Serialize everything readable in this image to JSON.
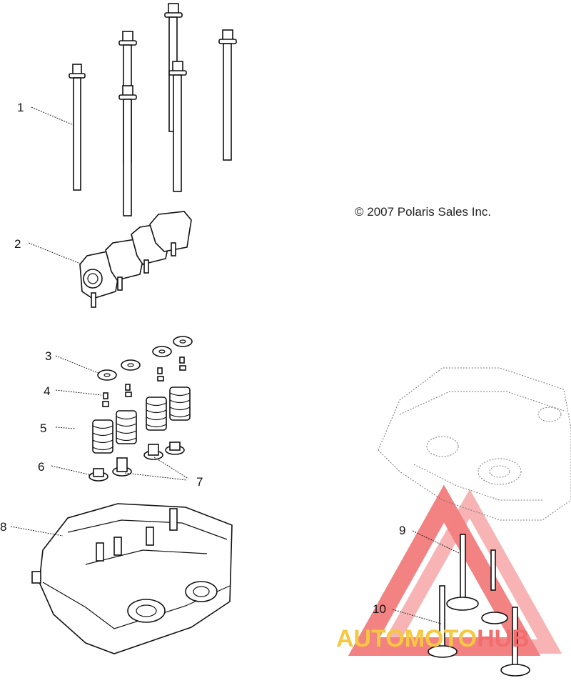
{
  "copyright": "© 2007 Polaris Sales Inc.",
  "callouts": [
    {
      "id": 1,
      "label": "1"
    },
    {
      "id": 2,
      "label": "2"
    },
    {
      "id": 3,
      "label": "3"
    },
    {
      "id": 4,
      "label": "4"
    },
    {
      "id": 5,
      "label": "5"
    },
    {
      "id": 6,
      "label": "6"
    },
    {
      "id": 7,
      "label": "7"
    },
    {
      "id": 8,
      "label": "8"
    },
    {
      "id": 9,
      "label": "9"
    },
    {
      "id": 10,
      "label": "10"
    }
  ],
  "watermark": {
    "text_part1": "AUTOMOTO",
    "text_part2": "HUB",
    "color_part1": "#f5c842",
    "color_part2": "#f26d6d",
    "triangle_color": "#f26d6d"
  }
}
